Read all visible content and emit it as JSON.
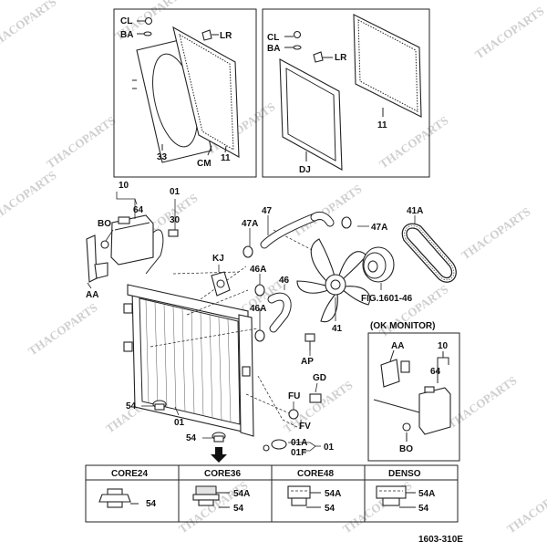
{
  "watermark": "THACOPARTS",
  "diagram_code": "1603-310E",
  "inset_left": {
    "labels": [
      "CL",
      "BA",
      "LR",
      "33",
      "CM",
      "11"
    ]
  },
  "inset_right": {
    "labels": [
      "CL",
      "BA",
      "LR",
      "11",
      "DJ"
    ]
  },
  "main": {
    "labels": [
      "10",
      "64",
      "01",
      "30",
      "BO",
      "AA",
      "47",
      "47A",
      "47A",
      "41A",
      "KJ",
      "46A",
      "46",
      "46A",
      "FIG.1601-46",
      "41",
      "AP",
      "GD",
      "FU",
      "FV",
      "54",
      "01",
      "54",
      "01A",
      "01F",
      "01"
    ]
  },
  "ok_monitor": {
    "title": "(OK MONITOR)",
    "labels": [
      "AA",
      "10",
      "64",
      "BO"
    ]
  },
  "core_table": {
    "headers": [
      "CORE24",
      "CORE36",
      "CORE48",
      "DENSO"
    ],
    "cells": [
      [
        "54"
      ],
      [
        "54A",
        "54"
      ],
      [
        "54A",
        "54"
      ],
      [
        "54A",
        "54"
      ]
    ]
  }
}
